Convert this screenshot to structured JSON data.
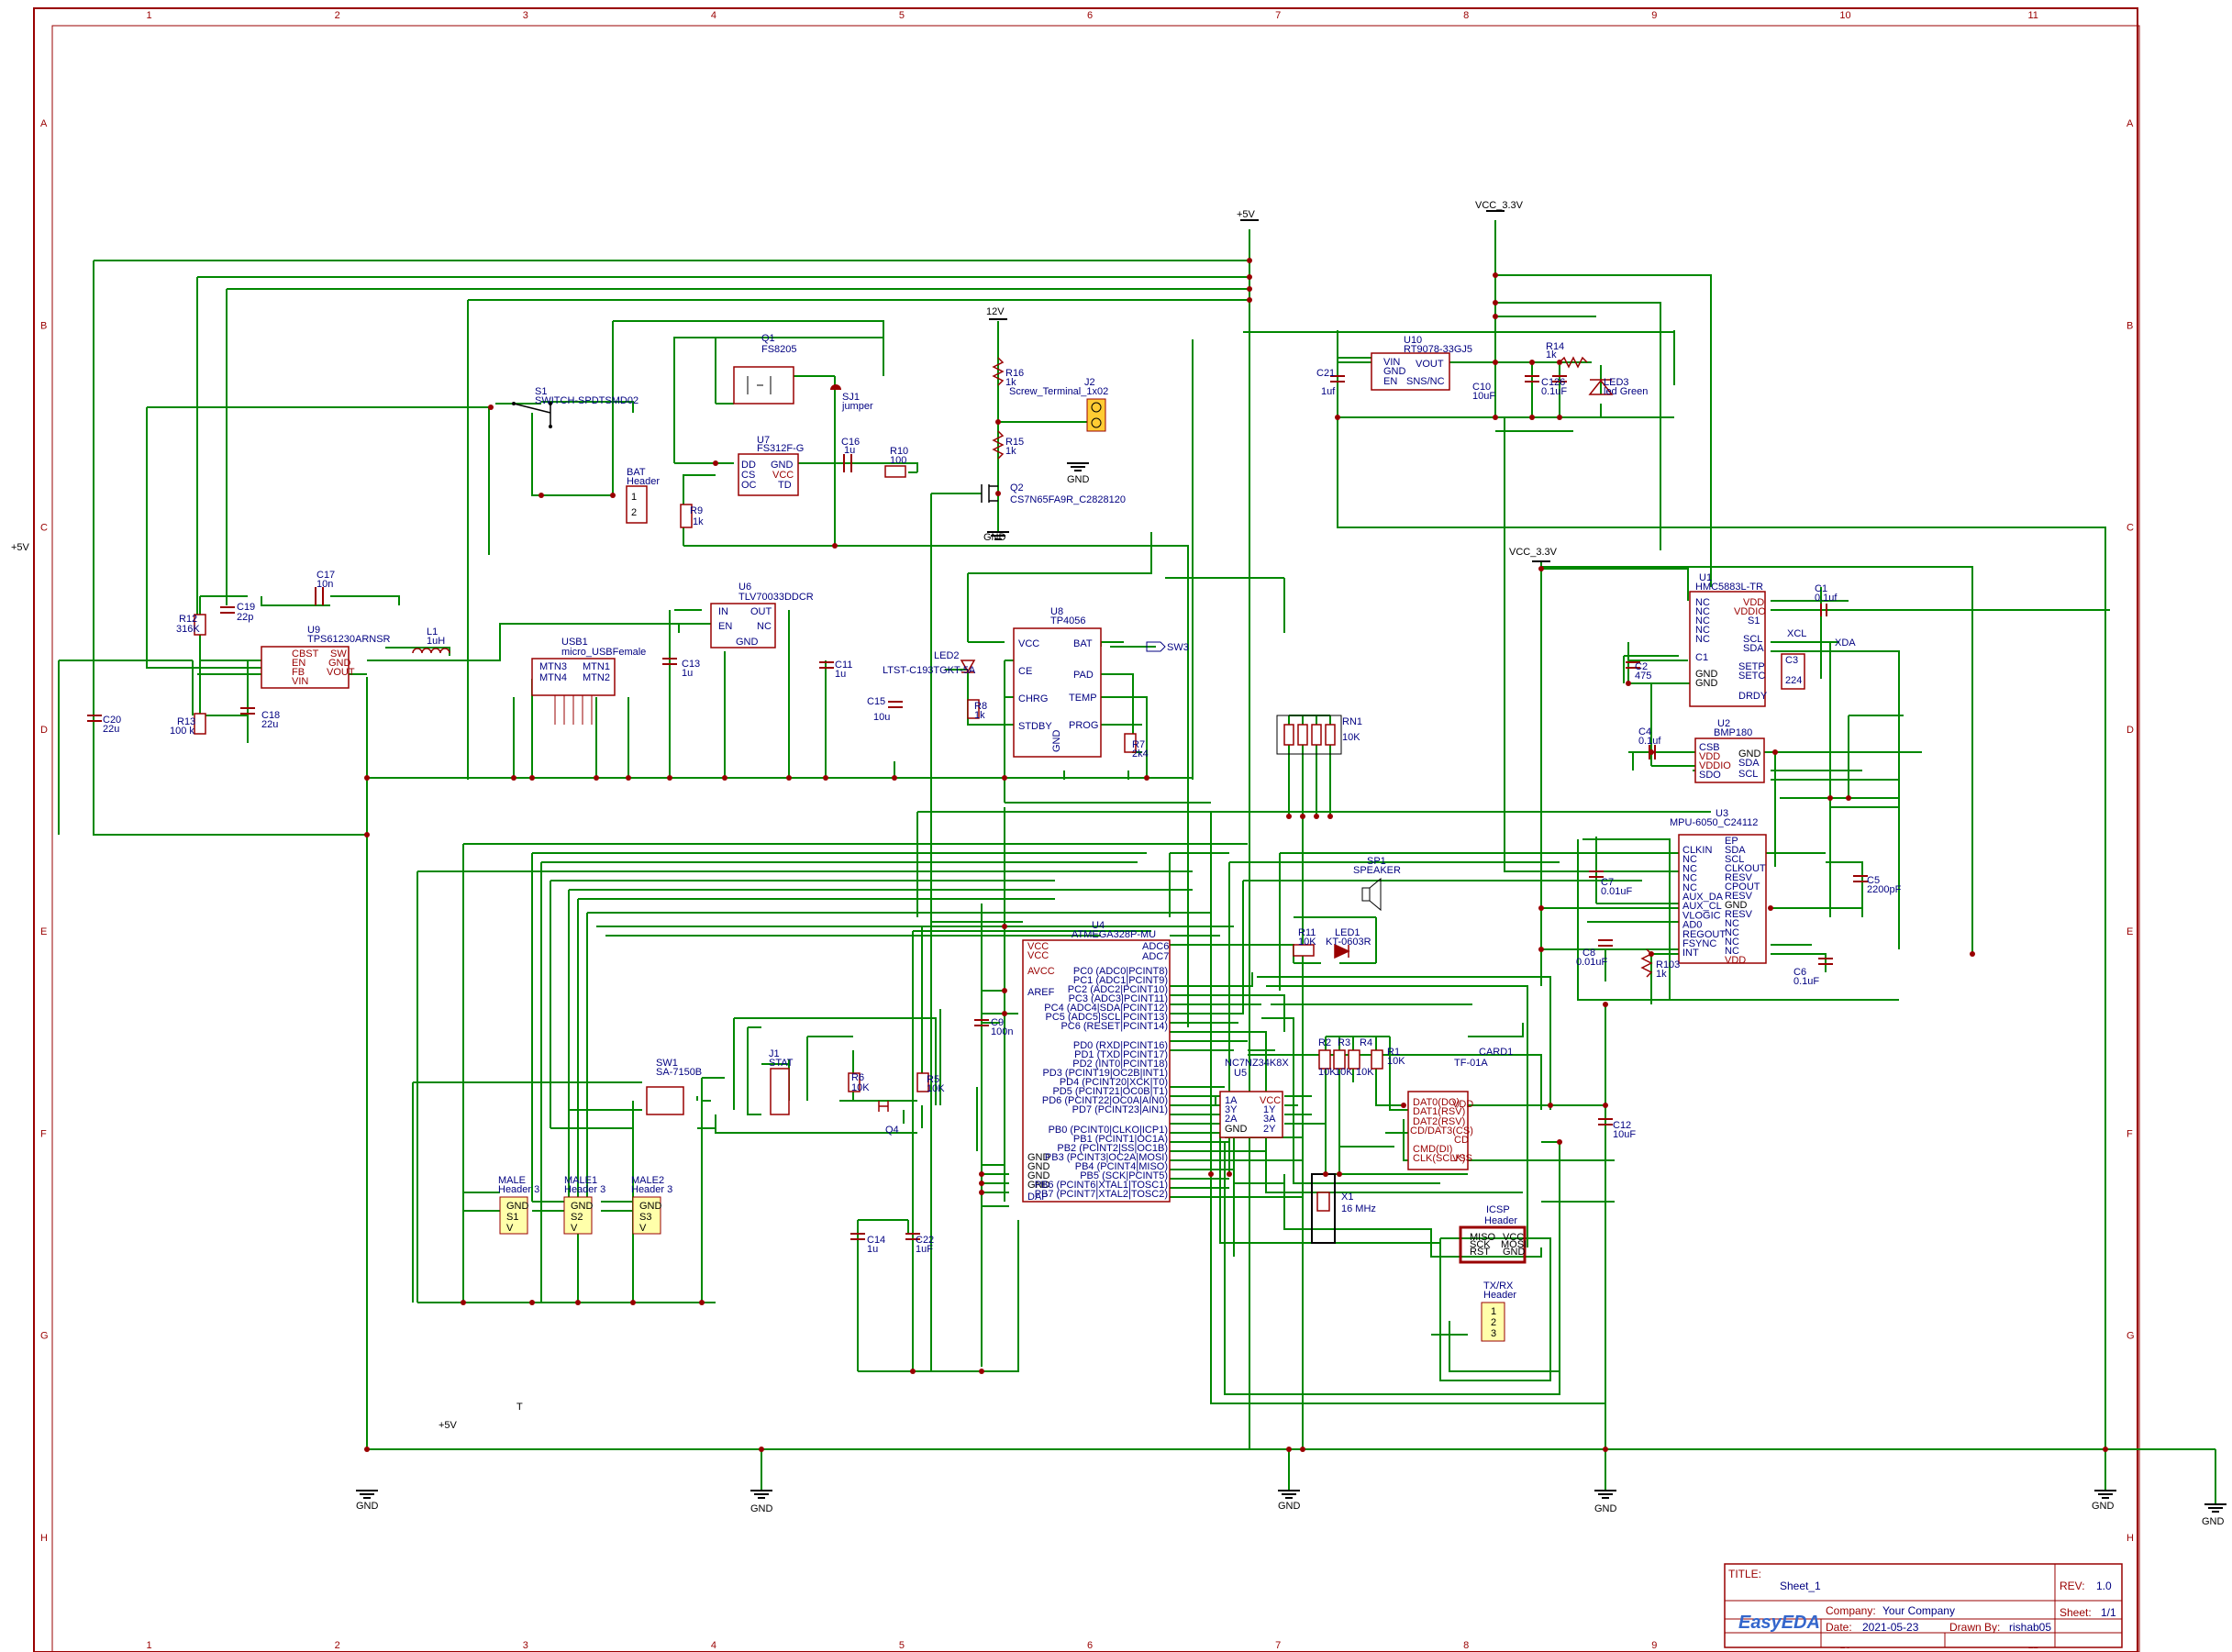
{
  "grid_cols": [
    "1",
    "2",
    "3",
    "4",
    "5",
    "6",
    "7",
    "8",
    "9",
    "10",
    "11"
  ],
  "grid_rows": [
    "A",
    "B",
    "C",
    "D",
    "E",
    "F",
    "G",
    "H"
  ],
  "nets": {
    "p5v_top": "+5V",
    "vcc33_top": "VCC_3.3V",
    "vcc33_mid": "VCC_3.3V",
    "v12": "12V",
    "p5v_left": "+5V",
    "p5v_bottom": "+5V",
    "gnd": "GND",
    "xcl": "XCL",
    "xda": "XDA",
    "sw3": "SW3"
  },
  "parts": {
    "q1_ref": "Q1",
    "q1_val": "FS8205",
    "sj1_ref": "SJ1",
    "sj1_val": "jumper",
    "u7_ref": "U7",
    "u7_val": "FS312F-G",
    "u7_pins": [
      "DD",
      "CS",
      "OC",
      "GND",
      "VCC",
      "TD"
    ],
    "c16_ref": "C16",
    "c16_val": "1u",
    "r10_ref": "R10",
    "r10_val": "100",
    "s1_ref": "S1",
    "s1_val": "SWITCH-SPDTSMD02",
    "bat_ref": "BAT",
    "bat_val": "Header",
    "r9_ref": "R9",
    "r9_val": "1k",
    "r16_ref": "R16",
    "r16_val": "1k",
    "r15_ref": "R15",
    "r15_val": "1k",
    "j2_ref": "J2",
    "j2_val": "Screw_Terminal_1x02",
    "q2_ref": "Q2",
    "q2_val": "CS7N65FA9R_C2828120",
    "u10_ref": "U10",
    "u10_val": "RT9078-33GJ5",
    "u10_pins": [
      "VIN",
      "GND",
      "EN",
      "VOUT",
      "SNS/NC"
    ],
    "c21_ref": "C21",
    "c21_val": "1uf",
    "c10_ref": "C10",
    "c10_val": "10uF",
    "c126_ref": "C126",
    "c126_val": "0.1uF",
    "r14_ref": "R14",
    "r14_val": "1k",
    "led3_ref": "LED3",
    "led3_val": "led Green",
    "c17_ref": "C17",
    "c17_val": "10n",
    "c19_ref": "C19",
    "c19_val": "22p",
    "r12_ref": "R12",
    "r12_val": "316K",
    "u9_ref": "U9",
    "u9_val": "TPS61230ARNSR",
    "u9_pins": [
      "CBST",
      "EN",
      "FB",
      "VIN",
      "SW",
      "GND",
      "VOUT"
    ],
    "l1_ref": "L1",
    "l1_val": "1uH",
    "r13_ref": "R13",
    "r13_val": "100 k",
    "c18_ref": "C18",
    "c18_val": "22u",
    "c20_ref": "C20",
    "c20_val": "22u",
    "usb1_ref": "USB1",
    "usb1_val": "micro_USBFemale",
    "usb1_pins": [
      "MTN3",
      "MTN4",
      "MTN1",
      "MTN2"
    ],
    "u6_ref": "U6",
    "u6_val": "TLV70033DDCR",
    "u6_pins": [
      "IN",
      "EN",
      "OUT",
      "NC",
      "GND"
    ],
    "c13_ref": "C13",
    "c13_val": "1u",
    "c11_ref": "C11",
    "c11_val": "1u",
    "c15_ref": "C15",
    "c15_val": "10u",
    "led2_ref": "LED2",
    "led2_val": "LTST-C193TGKT-5A",
    "r8_ref": "R8",
    "r8_val": "1k",
    "u8_ref": "U8",
    "u8_val": "TP4056",
    "u8_pins": [
      "VCC",
      "CE",
      "CHRG",
      "STDBY",
      "BAT",
      "PAD",
      "TEMP",
      "PROG",
      "GND"
    ],
    "r7_ref": "R7",
    "r7_val": "2k4",
    "rn1_ref": "RN1",
    "rn1_val": "10K",
    "u1_ref": "U1",
    "u1_val": "HMC5883L-TR",
    "u1_pins_left": [
      "NC",
      "NC",
      "NC",
      "NC",
      "NC",
      "C1",
      "GND",
      "GND"
    ],
    "u1_pins_right": [
      "VDD",
      "VDDIO",
      "S1",
      "SCL",
      "SDA",
      "SETP",
      "SETC",
      "DRDY"
    ],
    "c1_ref": "C1",
    "c1_val": "0.1uf",
    "c2_ref": "C2",
    "c2_val": "475",
    "c3_ref": "C3",
    "c3_val": "224",
    "u2_ref": "U2",
    "u2_val": "BMP180",
    "u2_pins": [
      "CSB",
      "VDD",
      "VDDIO",
      "SDO",
      "GND",
      "SDA",
      "SCL"
    ],
    "c4_ref": "C4",
    "c4_val": "0.1uf",
    "u3_ref": "U3",
    "u3_val": "MPU-6050_C24112",
    "u3_pins_left": [
      "CLKIN",
      "NC",
      "NC",
      "NC",
      "NC",
      "AUX_DA",
      "AUX_CL",
      "VLOGIC",
      "AD0",
      "REGOUT",
      "FSYNC",
      "INT"
    ],
    "u3_pins_right": [
      "EP",
      "SDA",
      "SCL",
      "CLKOUT",
      "RESV",
      "CPOUT",
      "RESV",
      "GND",
      "RESV",
      "NC",
      "NC",
      "NC",
      "NC",
      "VDD"
    ],
    "c7_ref": "C7",
    "c7_val": "0.01uF",
    "c8_ref": "C8",
    "c8_val": "0.01uF",
    "r103_ref": "R103",
    "r103_val": "1k",
    "c5_ref": "C5",
    "c5_val": "2200pF",
    "c6_ref": "C6",
    "c6_val": "0.1uF",
    "sp1_ref": "SP1",
    "sp1_val": "SPEAKER",
    "r11_ref": "R11",
    "r11_val": "10K",
    "led1_ref": "LED1",
    "led1_val": "KT-0603R",
    "u4_ref": "U4",
    "u4_val": "ATMEGA328P-MU",
    "u4_pins_left": [
      "VCC",
      "VCC",
      "AVCC",
      "AREF",
      "GND",
      "GND",
      "GND",
      "GND",
      "DAP"
    ],
    "u4_pins_right": [
      "PC0 (ADC0|PCINT8)",
      "PC1 (ADC1|PCINT9)",
      "PC2 (ADC2|PCINT10)",
      "PC3 (ADC3|PCINT11)",
      "PC4 (ADC4|SDA|PCINT12)",
      "PC5 (ADC5|SCL|PCINT13)",
      "PC6 (RESET|PCINT14)",
      "PD0 (RXD|PCINT16)",
      "PD1 (TXD|PCINT17)",
      "PD2 (INT0|PCINT18)",
      "PD3 (PCINT19|OC2B|INT1)",
      "PD4 (PCINT20|XCK|T0)",
      "PD5 (PCINT21|OC0B|T1)",
      "PD6 (PCINT22|OC0A|AIN0)",
      "PD7 (PCINT23|AIN1)",
      "PB0 (PCINT0|CLKO|ICP1)",
      "PB1 (PCINT1|OC1A)",
      "PB2 (PCINT2|SS|OC1B)",
      "PB3 (PCINT3|OC2A|MOSI)",
      "PB4 (PCINT4|MISO)",
      "PB5 (SCK|PCINT5)",
      "PB6 (PCINT6|XTAL1|TOSC1)",
      "PB7 (PCINT7|XTAL2|TOSC2)"
    ],
    "u4_pins_top": [
      "ADC6",
      "ADC7"
    ],
    "c9_ref": "C9",
    "c9_val": "100n",
    "j1_ref": "J1",
    "j1_val": "STAT",
    "r6_ref": "R6",
    "r6_val": "10K",
    "r5_ref": "R5",
    "r5_val": "10K",
    "q4_ref": "Q4",
    "sw1_ref": "SW1",
    "sw1_val": "SA-7150B",
    "male_ref": "MALE",
    "male_val": "Header 3",
    "male1_ref": "MALE1",
    "male1_val": "Header 3",
    "male2_ref": "MALE2",
    "male2_val": "Header 3",
    "header_pins": [
      "GND",
      "S1",
      "V"
    ],
    "header1_pins": [
      "GND",
      "S2",
      "V"
    ],
    "header2_pins": [
      "GND",
      "S3",
      "V"
    ],
    "c14_ref": "C14",
    "c14_val": "1u",
    "c22_ref": "C22",
    "c22_val": "1uF",
    "u5_ref": "U5",
    "u5_val": "NC7NZ34K8X",
    "u5_pins": [
      "1A",
      "3Y",
      "2A",
      "GND",
      "VCC",
      "1Y",
      "3A",
      "2Y"
    ],
    "r2_ref": "R2",
    "r2_val": "10K",
    "r3_ref": "R3",
    "r3_val": "10K",
    "r4_ref": "R4",
    "r4_val": "10K",
    "r1_ref": "R1",
    "r1_val": "10K",
    "card1_ref": "CARD1",
    "card1_val": "TF-01A",
    "card1_pins_left": [
      "DAT0(DO)",
      "DAT1(RSV)",
      "DAT2(RSV)",
      "CD/DAT3(CS)",
      "CMD(DI)",
      "CLK(SCLK)"
    ],
    "card1_pins_right": [
      "VDD",
      "CD",
      "VSS"
    ],
    "x1_ref": "X1",
    "x1_val": "16 MHz",
    "icsp_ref": "ICSP",
    "icsp_val": "Header",
    "icsp_pins": [
      "MISO",
      "SCK",
      "RST",
      "VCC",
      "MOSI",
      "GND"
    ],
    "txrx_ref": "TX/RX",
    "txrx_val": "Header",
    "txrx_pins": [
      "1",
      "2",
      "3"
    ],
    "t_mark": "T"
  },
  "title_block": {
    "title_label": "TITLE:",
    "title": "Sheet_1",
    "rev_label": "REV:",
    "rev": "1.0",
    "company_label": "Company:",
    "company": "Your Company",
    "sheet_label": "Sheet:",
    "sheet": "1/1",
    "date_label": "Date:",
    "date": "2021-05-23",
    "drawn_label": "Drawn By:",
    "drawn_by": "rishab05",
    "brand": "EasyEDA"
  },
  "colors": {
    "wire": "#008800",
    "part": "#990000",
    "text": "#000080",
    "header_fill": "#ffffaa"
  }
}
